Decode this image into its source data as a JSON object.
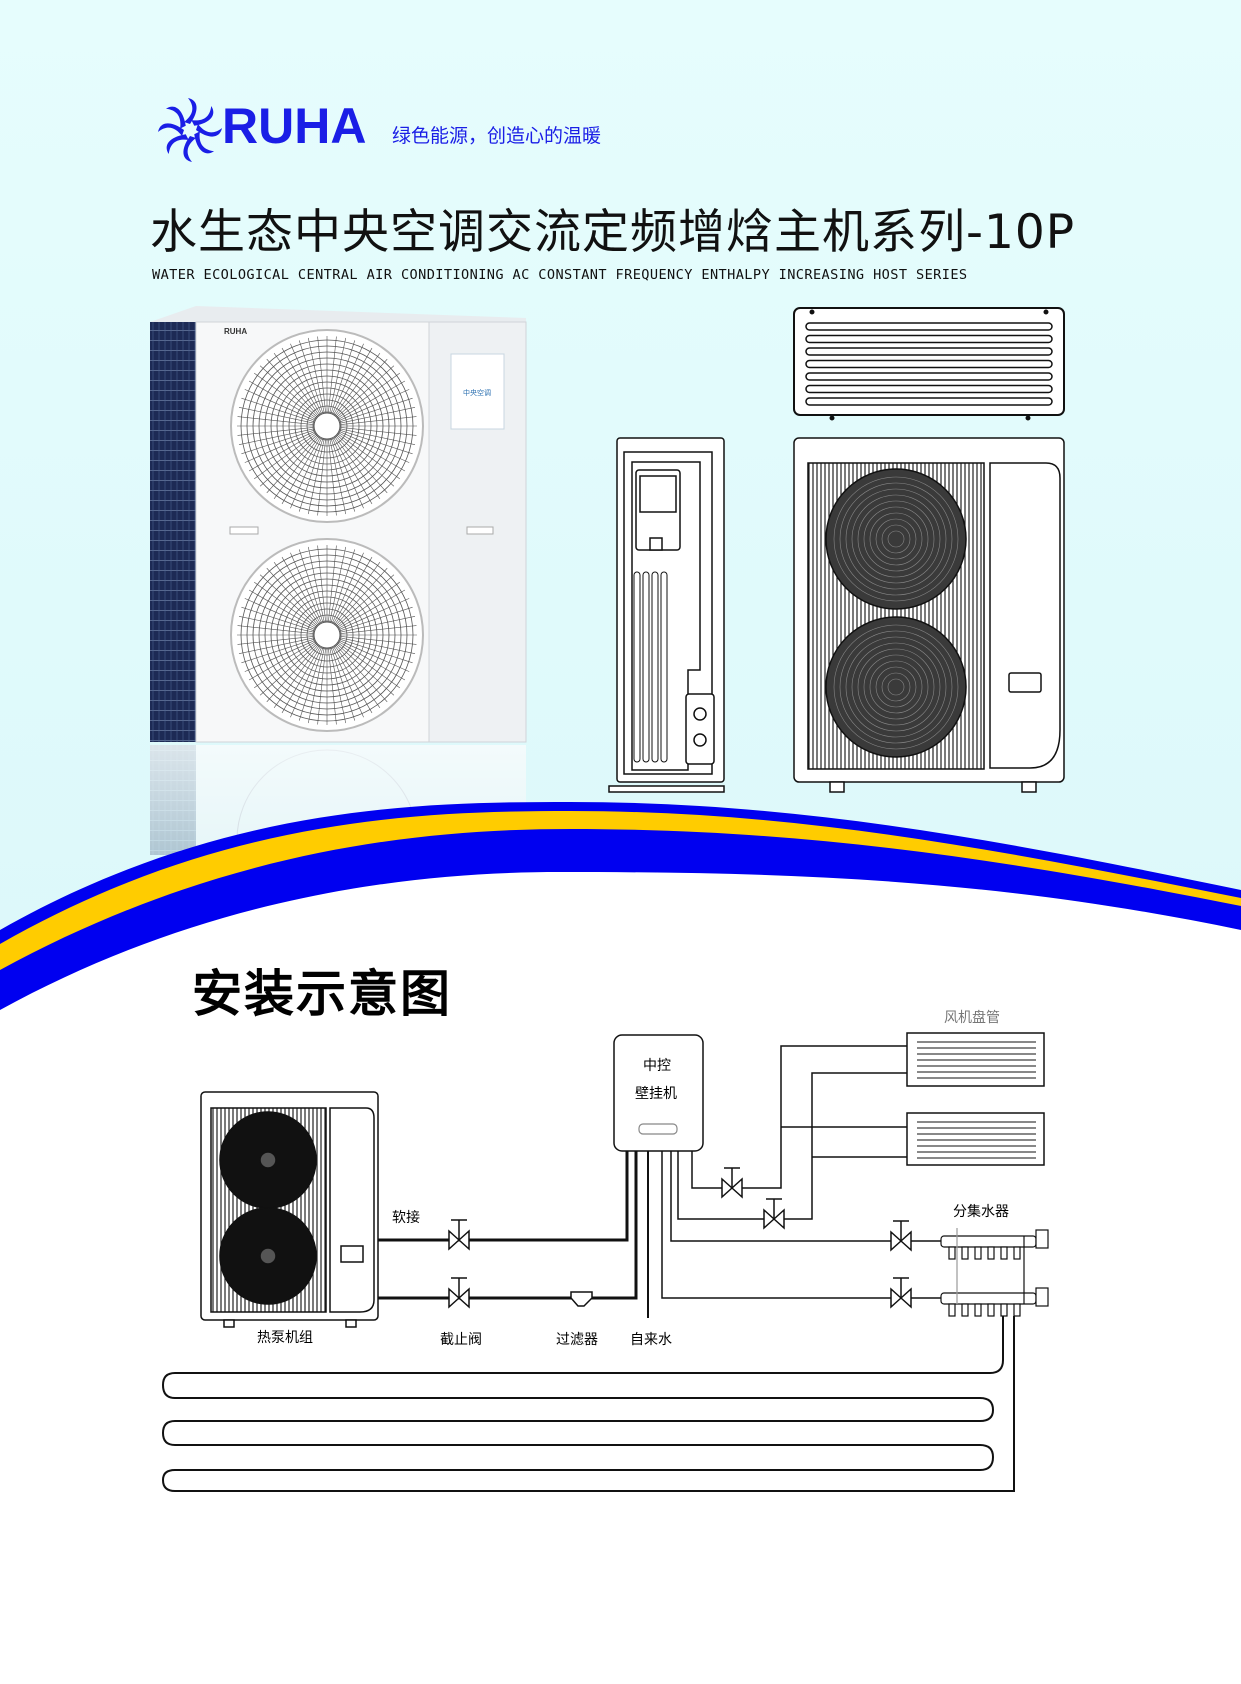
{
  "brand": {
    "name": "RUHA",
    "tagline": "绿色能源，创造心的温暖",
    "product_label": "中央空调"
  },
  "header": {
    "title": "水生态中央空调交流定频增焓主机系列-10P",
    "subtitle": "WATER ECOLOGICAL CENTRAL AIR CONDITIONING AC CONSTANT FREQUENCY ENTHALPY INCREASING HOST SERIES"
  },
  "colors": {
    "brand_blue": "#1a1ee6",
    "wave_blue": "#0000f0",
    "wave_yellow": "#ffcc00",
    "background": "#e0fbfc"
  },
  "diagram": {
    "title": "安装示意图",
    "labels": {
      "controller_line1": "中控",
      "controller_line2": "壁挂机",
      "fan_coil": "风机盘管",
      "soft_joint": "软接",
      "manifold": "分集水器",
      "heat_pump": "热泵机组",
      "stop_valve": "截止阀",
      "filter": "过滤器",
      "tap_water": "自来水"
    }
  }
}
